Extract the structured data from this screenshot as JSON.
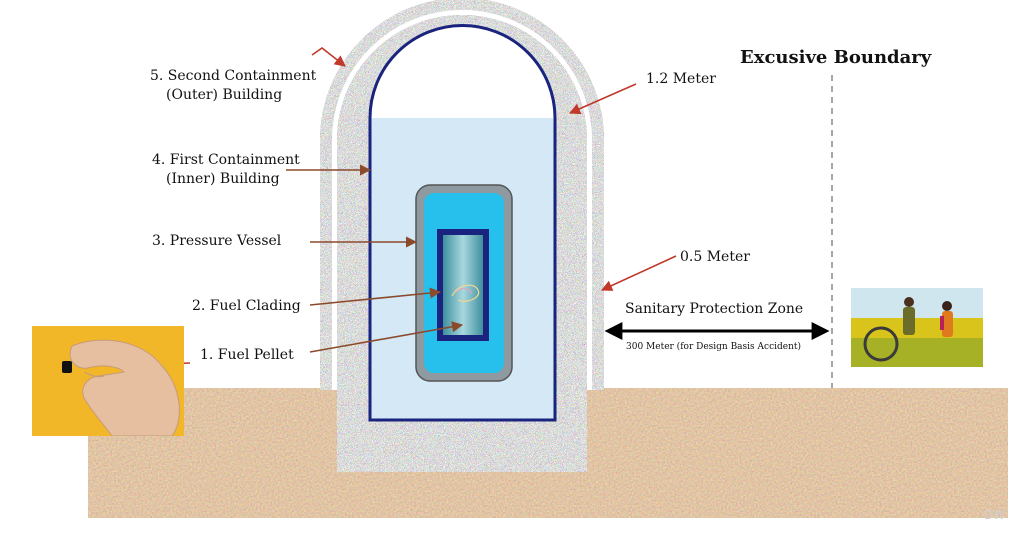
{
  "title": "Excusive Boundary",
  "labels": {
    "second_containment_line1": "5. Second Containment",
    "second_containment_line2": "(Outer) Building",
    "first_containment_line1": "4. First Containment",
    "first_containment_line2": "(Inner) Building",
    "pressure_vessel": "3. Pressure Vessel",
    "fuel_clading": "2. Fuel Clading",
    "fuel_pellet": "1. Fuel Pellet"
  },
  "measurements": {
    "outer_thickness": "1.2 Meter",
    "inner_thickness": "0.5 Meter"
  },
  "zone": {
    "name": "Sanitary Protection Zone",
    "distance": "300 Meter (for Design Basis Accident)"
  },
  "watermark": "DW",
  "colors": {
    "arrow": "#c0392b",
    "label_arrow": "#8b4a2b",
    "water": "#d4e8f5",
    "concrete": "#a8a8a8",
    "liner": "#1a237e",
    "vessel": "#27c0ec",
    "soil": "#b8855a"
  },
  "icons": {
    "pellet": "fuel-pellet-in-hand",
    "field": "people-in-field"
  }
}
